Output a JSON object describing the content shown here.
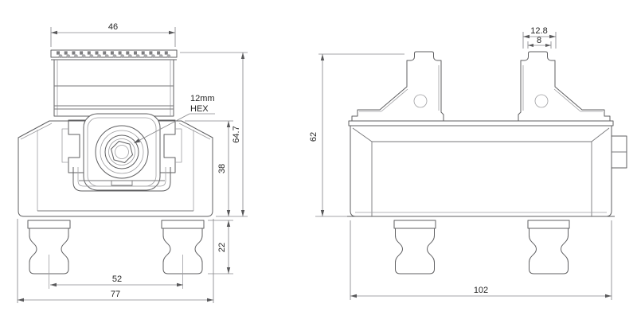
{
  "colors": {
    "background": "#ffffff",
    "part_line": "#5f5f61",
    "light_line": "#9e9ea1",
    "dimension_line": "#88888b",
    "text": "#262626"
  },
  "front_view": {
    "dims": {
      "d46": "46",
      "d647": "64.7",
      "d38": "38",
      "d22": "22",
      "d52": "52",
      "d77": "77"
    },
    "hex_note": {
      "line1": "12mm",
      "line2": "HEX"
    }
  },
  "side_view": {
    "dims": {
      "d128": "12.8",
      "d8": "8",
      "d62": "62",
      "d102": "102"
    }
  }
}
